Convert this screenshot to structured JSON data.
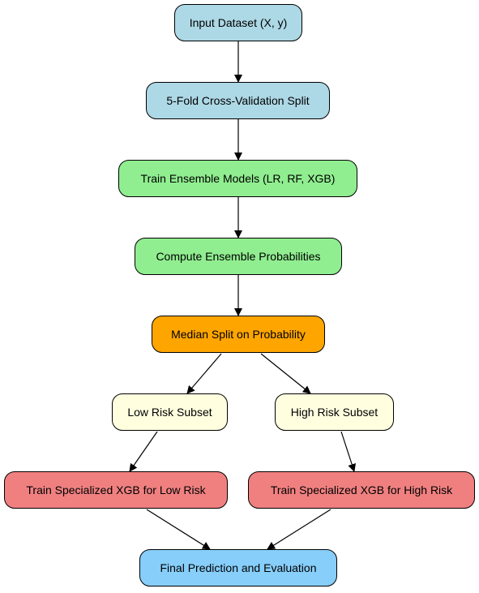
{
  "colors": {
    "input": "#add8e6",
    "training": "#90ee90",
    "split": "#ffa500",
    "subset": "#ffffe0",
    "specialized": "#f08080",
    "final": "#87cefa",
    "edge": "#000000"
  },
  "nodes": {
    "input_dataset": "Input Dataset (X, y)",
    "cv_split": "5-Fold Cross-Validation Split",
    "train_ensemble": "Train Ensemble Models (LR, RF, XGB)",
    "compute_probs": "Compute Ensemble Probabilities",
    "median_split": "Median Split on Probability",
    "low_risk": "Low Risk Subset",
    "high_risk": "High Risk Subset",
    "xgb_low": "Train Specialized XGB for Low Risk",
    "xgb_high": "Train Specialized XGB for High Risk",
    "final": "Final Prediction and Evaluation"
  },
  "edges": [
    {
      "from": "input_dataset",
      "to": "cv_split"
    },
    {
      "from": "cv_split",
      "to": "train_ensemble"
    },
    {
      "from": "train_ensemble",
      "to": "compute_probs"
    },
    {
      "from": "compute_probs",
      "to": "median_split"
    },
    {
      "from": "median_split",
      "to": "low_risk"
    },
    {
      "from": "median_split",
      "to": "high_risk"
    },
    {
      "from": "low_risk",
      "to": "xgb_low"
    },
    {
      "from": "high_risk",
      "to": "xgb_high"
    },
    {
      "from": "xgb_low",
      "to": "final"
    },
    {
      "from": "xgb_high",
      "to": "final"
    }
  ]
}
